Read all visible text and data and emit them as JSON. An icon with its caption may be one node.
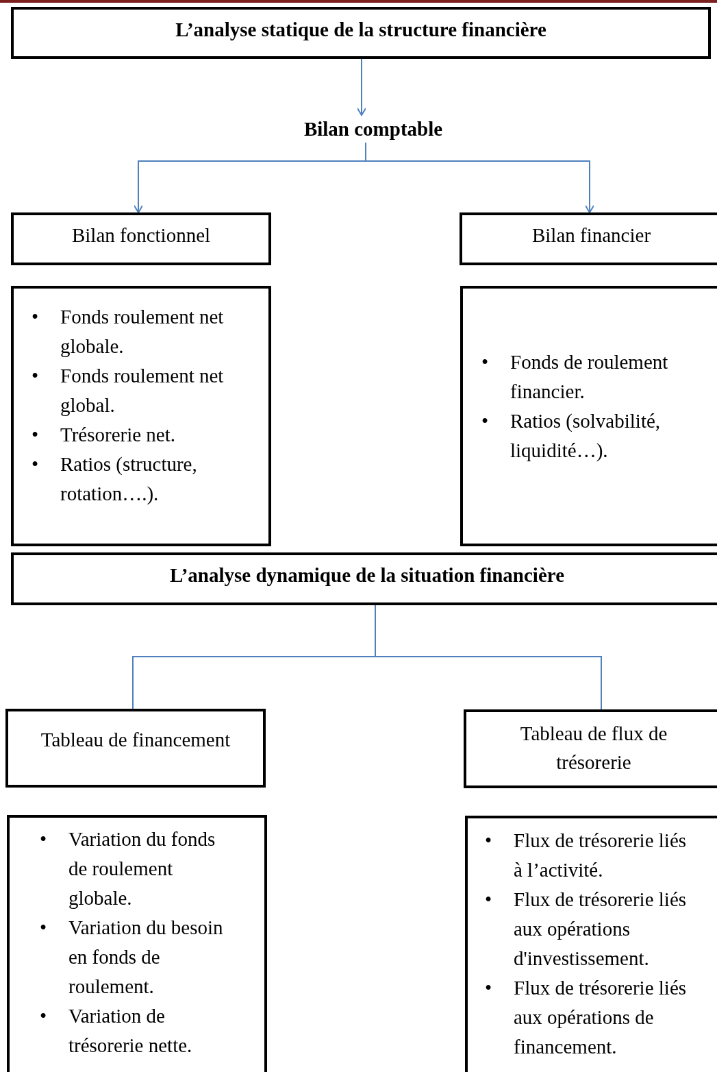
{
  "diagram": {
    "nodes": [
      {
        "text": [
          "L’analyse statique de la structure financière"
        ]
      },
      {
        "text": [
          "Bilan comptable"
        ]
      },
      {
        "text": [
          "Bilan fonctionnel"
        ]
      },
      {
        "text": [
          "Bilan financier"
        ]
      },
      {
        "text": [
          "•",
          "Fonds roulement net globale.",
          "•",
          "Fonds roulement net global.",
          "•",
          "Trésorerie net.",
          "•",
          "Ratios (structure, rotation….)."
        ]
      },
      {
        "text": [
          "•",
          "Fonds de roulement financier.",
          "•",
          "Ratios (solvabilité, liquidité…)."
        ]
      },
      {
        "text": [
          "L’analyse dynamique de la situation financière"
        ]
      },
      {
        "text": [
          "Tableau de financement"
        ]
      },
      {
        "text": [
          "Tableau de flux de trésorerie"
        ]
      },
      {
        "text": [
          "•",
          "Variation du fonds de roulement globale.",
          "•",
          "Variation du besoin en fonds de roulement.",
          "•",
          "Variation de trésorerie nette."
        ]
      },
      {
        "text": [
          "•",
          "Flux de trésorerie liés à l’activité.",
          "•",
          "Flux de trésorerie liés aux opérations d'investissement.",
          "•",
          "Flux de trésorerie liés aux opérations de financement."
        ]
      }
    ],
    "edges": [
      {
        "from": 0,
        "to": 1,
        "arrow": "to"
      },
      {
        "from": 1,
        "to": 2,
        "arrow": "to"
      },
      {
        "from": 1,
        "to": 3,
        "arrow": "to"
      },
      {
        "from": 6,
        "to": 7,
        "arrow": "none"
      },
      {
        "from": 6,
        "to": 8,
        "arrow": "none"
      }
    ]
  }
}
